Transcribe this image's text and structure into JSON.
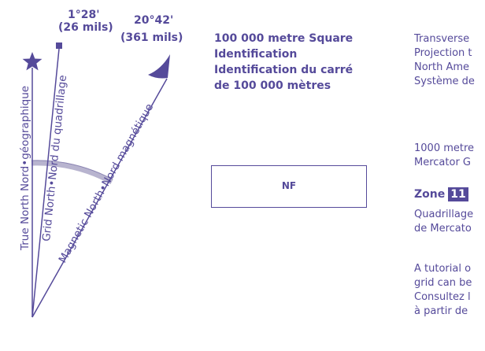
{
  "declination": {
    "grid_angle": "1°28'",
    "grid_mils": "(26 mils)",
    "magnetic_angle": "20°42'",
    "magnetic_mils": "(361 mils)",
    "true_north_label": "True North Nord•géographique",
    "grid_north_label": "Grid North•Nord du quadrillage",
    "magnetic_north_label": "Magnetic North•Nord magnétique"
  },
  "square_id": {
    "heading_en_1": "100 000 metre Square",
    "heading_en_2": "Identification",
    "heading_fr_1": "Identification du carré",
    "heading_fr_2": "de 100 000 mètres",
    "code": "NF"
  },
  "right_panel": {
    "projection_lines": [
      "Transverse",
      "Projection t",
      "North Ame",
      "Système de"
    ],
    "grid_lines": [
      "1000 metre",
      "Mercator G"
    ],
    "zone_label": "Zone",
    "zone_number": "11",
    "quad_lines": [
      "Quadrillage",
      "de Mercato"
    ],
    "tutorial_lines": [
      "A tutorial o",
      "grid can be",
      "Consultez l",
      "à partir de"
    ]
  },
  "colors": {
    "ink": "#554a9a",
    "arc": "#b8b4cf"
  }
}
